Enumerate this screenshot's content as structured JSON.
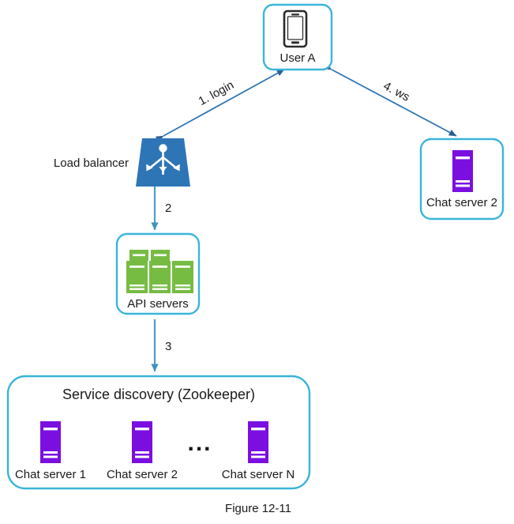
{
  "figure": {
    "caption": "Figure 12-11"
  },
  "colors": {
    "box_border": "#3ab5d9",
    "load_balancer": "#2e75b6",
    "api_server": "#76bc43",
    "chat_server": "#7a0fe0",
    "arrow_diagonal": "#2e75b6",
    "arrow_vertical": "#4a9fc4",
    "text": "#1a1a1a",
    "background": "#ffffff"
  },
  "nodes": {
    "user": {
      "label": "User A",
      "icon": "smartphone-icon"
    },
    "load_balancer": {
      "label": "Load balancer",
      "icon": "load-balancer-icon"
    },
    "api_servers": {
      "label": "API servers",
      "icon": "server-stack-icon"
    },
    "chat_server_right": {
      "label": "Chat server 2",
      "icon": "server-icon"
    },
    "service_discovery": {
      "title": "Service discovery (Zookeeper)",
      "ellipsis": "...",
      "servers": [
        {
          "label": "Chat server 1",
          "icon": "server-icon"
        },
        {
          "label": "Chat server 2",
          "icon": "server-icon"
        },
        {
          "label": "Chat server N",
          "icon": "server-icon"
        }
      ]
    }
  },
  "edges": [
    {
      "id": "login",
      "label": "1. login",
      "from": "load_balancer",
      "to": "user",
      "direction": "bidirectional"
    },
    {
      "id": "lb-to-api",
      "label": "2",
      "from": "load_balancer",
      "to": "api_servers",
      "direction": "forward"
    },
    {
      "id": "api-to-discovery",
      "label": "3",
      "from": "api_servers",
      "to": "service_discovery",
      "direction": "forward"
    },
    {
      "id": "ws",
      "label": "4. ws",
      "from": "user",
      "to": "chat_server_right",
      "direction": "bidirectional"
    }
  ]
}
